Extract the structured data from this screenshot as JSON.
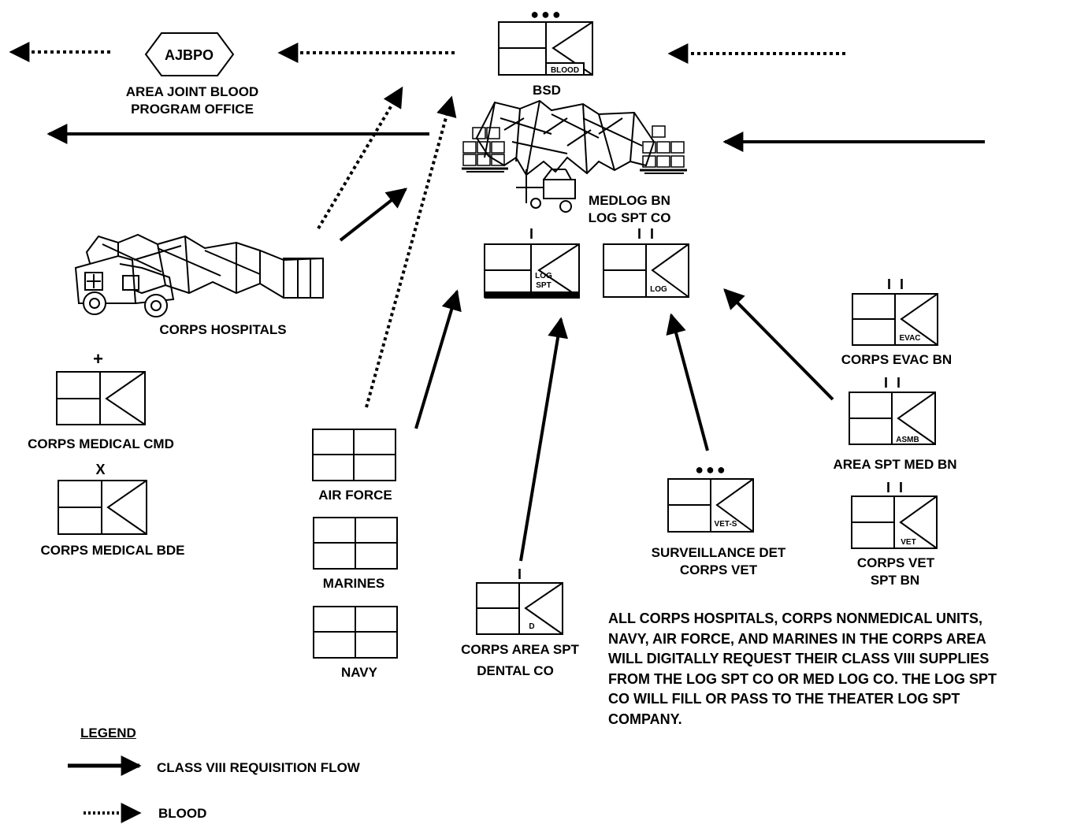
{
  "nodes": {
    "ajbpo": {
      "abbr": "AJBPO",
      "label_1": "AREA JOINT BLOOD",
      "label_2": "PROGRAM OFFICE"
    },
    "bsd": {
      "label": "BSD",
      "echelon": "●●●",
      "tag": "BLOOD"
    },
    "medlog": {
      "label_1": "MEDLOG BN",
      "label_2": "LOG SPT CO"
    },
    "log_spt_co": {
      "echelon": "I",
      "tag_1": "LOG",
      "tag_2": "SPT"
    },
    "log_bn": {
      "echelon": "I I",
      "tag": "LOG"
    },
    "corps_hospitals": {
      "label": "CORPS HOSPITALS"
    },
    "corps_medical_cmd": {
      "echelon": "+",
      "label": "CORPS MEDICAL CMD"
    },
    "corps_medical_bde": {
      "echelon": "X",
      "label": "CORPS MEDICAL BDE"
    },
    "air_force": {
      "label": "AIR FORCE"
    },
    "marines": {
      "label": "MARINES"
    },
    "navy": {
      "label": "NAVY"
    },
    "dental": {
      "echelon": "I",
      "tag": "D",
      "label_1": "CORPS AREA SPT",
      "label_2": "DENTAL CO"
    },
    "surveillance": {
      "echelon": "●●●",
      "tag": "VET-S",
      "label_1": "SURVEILLANCE DET",
      "label_2": "CORPS VET"
    },
    "evac": {
      "echelon": "I I",
      "tag": "EVAC",
      "label": "CORPS EVAC BN"
    },
    "asmb": {
      "echelon": "I I",
      "tag": "ASMB",
      "label": "AREA SPT MED BN"
    },
    "vet": {
      "echelon": "I I",
      "tag": "VET",
      "label_1": "CORPS VET",
      "label_2": "SPT BN"
    }
  },
  "note_lines": [
    "ALL CORPS HOSPITALS, CORPS NONMEDICAL UNITS,",
    "NAVY, AIR FORCE, AND MARINES IN THE CORPS AREA",
    "WILL DIGITALLY REQUEST THEIR CLASS VIII SUPPLIES",
    "FROM THE LOG SPT CO OR MED LOG CO.  THE LOG SPT",
    "CO WILL FILL OR PASS TO THE THEATER  LOG SPT",
    "COMPANY."
  ],
  "legend": {
    "title": "LEGEND",
    "solid": "CLASS VIII REQUISITION FLOW",
    "dotted": "BLOOD"
  }
}
